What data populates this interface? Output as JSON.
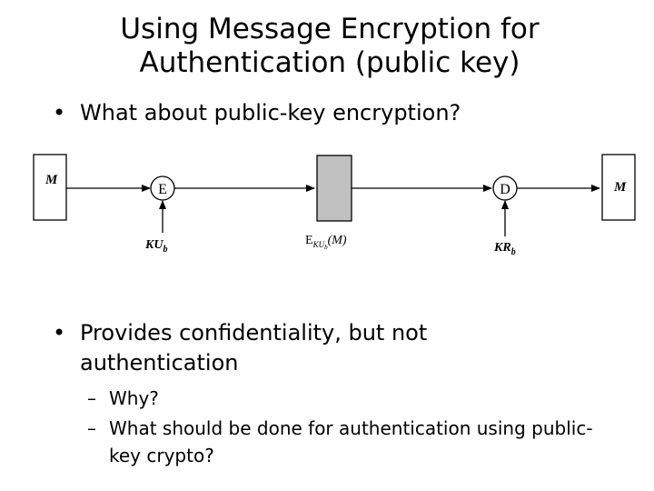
{
  "title": {
    "line1": "Using Message Encryption for",
    "line2": "Authentication (public key)"
  },
  "bullets": [
    {
      "marker": "•",
      "text": "What about public-key encryption?"
    },
    {
      "marker": "•",
      "text": "Provides confidentiality, but not authentication"
    }
  ],
  "sub_bullets": [
    {
      "marker": "–",
      "text": "Why?"
    },
    {
      "marker": "–",
      "text": "What should be done for authentication using public-key crypto?"
    }
  ],
  "diagram": {
    "source_message": "M",
    "encrypt_op": "E",
    "encrypt_key": {
      "base": "KU",
      "sub": "b"
    },
    "ciphertext": {
      "base": "E",
      "sub_base": "KU",
      "sub_sub": "b",
      "arg": "(M)"
    },
    "decrypt_op": "D",
    "decrypt_key": {
      "base": "KR",
      "sub": "b"
    },
    "dest_message": "M",
    "ciphertext_fill": "#c0c0c0"
  }
}
